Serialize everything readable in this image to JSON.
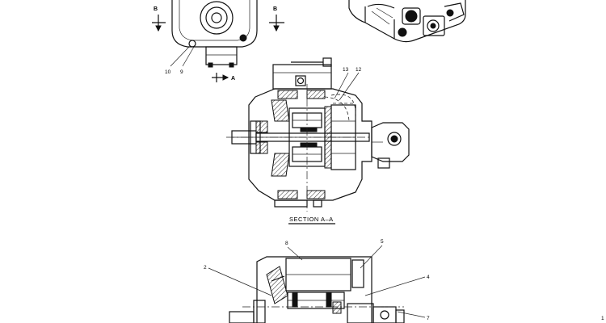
{
  "section_markers": {
    "b_left": "B",
    "b_right": "B",
    "a": "A"
  },
  "callouts": {
    "n1": "1",
    "n2": "2",
    "n4": "4",
    "n5": "5",
    "n7": "7",
    "n8": "8",
    "n9": "9",
    "n10": "10",
    "n12": "12",
    "n13": "13"
  },
  "section_title": "SECTION A–A"
}
